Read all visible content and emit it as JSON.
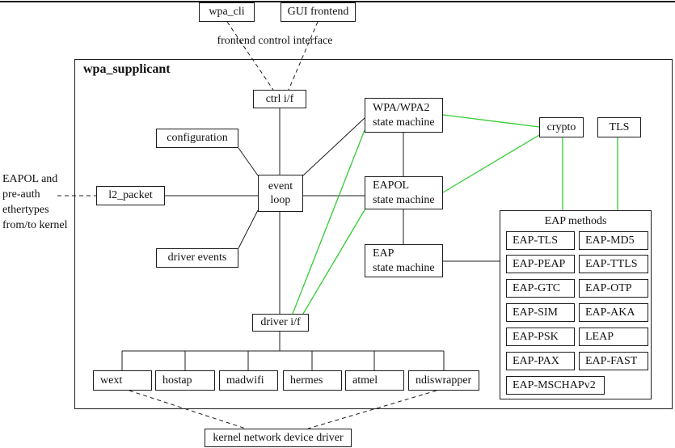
{
  "colors": {
    "green_link": "#33cc33",
    "black_link": "#1c1c1c"
  },
  "external": {
    "wpa_cli": "wpa_cli",
    "gui_frontend": "GUI frontend",
    "frontend_note": "frontend control interface",
    "kernel_driver": "kernel network device driver",
    "left_note_lines": {
      "0": "EAPOL and",
      "1": "pre-auth",
      "2": "ethertypes",
      "3": "from/to kernel"
    }
  },
  "supplicant": {
    "title": "wpa_supplicant",
    "ctrl_if": "ctrl i/f",
    "configuration": "configuration",
    "l2_packet": "l2_packet",
    "event_loop": {
      "line1": "event",
      "line2": "loop"
    },
    "driver_events": "driver events",
    "wpa_sm": {
      "line1": "WPA/WPA2",
      "line2": "state machine"
    },
    "eapol_sm": {
      "line1": "EAPOL",
      "line2": "state machine"
    },
    "eap_sm": {
      "line1": "EAP",
      "line2": "state machine"
    },
    "crypto": "crypto",
    "tls": "TLS",
    "driver_if": "driver i/f",
    "drivers": {
      "0": "wext",
      "1": "hostap",
      "2": "madwifi",
      "3": "hermes",
      "4": "atmel",
      "5": "ndiswrapper"
    },
    "eap_methods": {
      "title": "EAP methods",
      "items": {
        "0": "EAP-TLS",
        "1": "EAP-MD5",
        "2": "EAP-PEAP",
        "3": "EAP-TTLS",
        "4": "EAP-GTC",
        "5": "EAP-OTP",
        "6": "EAP-SIM",
        "7": "EAP-AKA",
        "8": "EAP-PSK",
        "9": "LEAP",
        "10": "EAP-PAX",
        "11": "EAP-FAST",
        "12": "EAP-MSCHAPv2"
      }
    }
  }
}
